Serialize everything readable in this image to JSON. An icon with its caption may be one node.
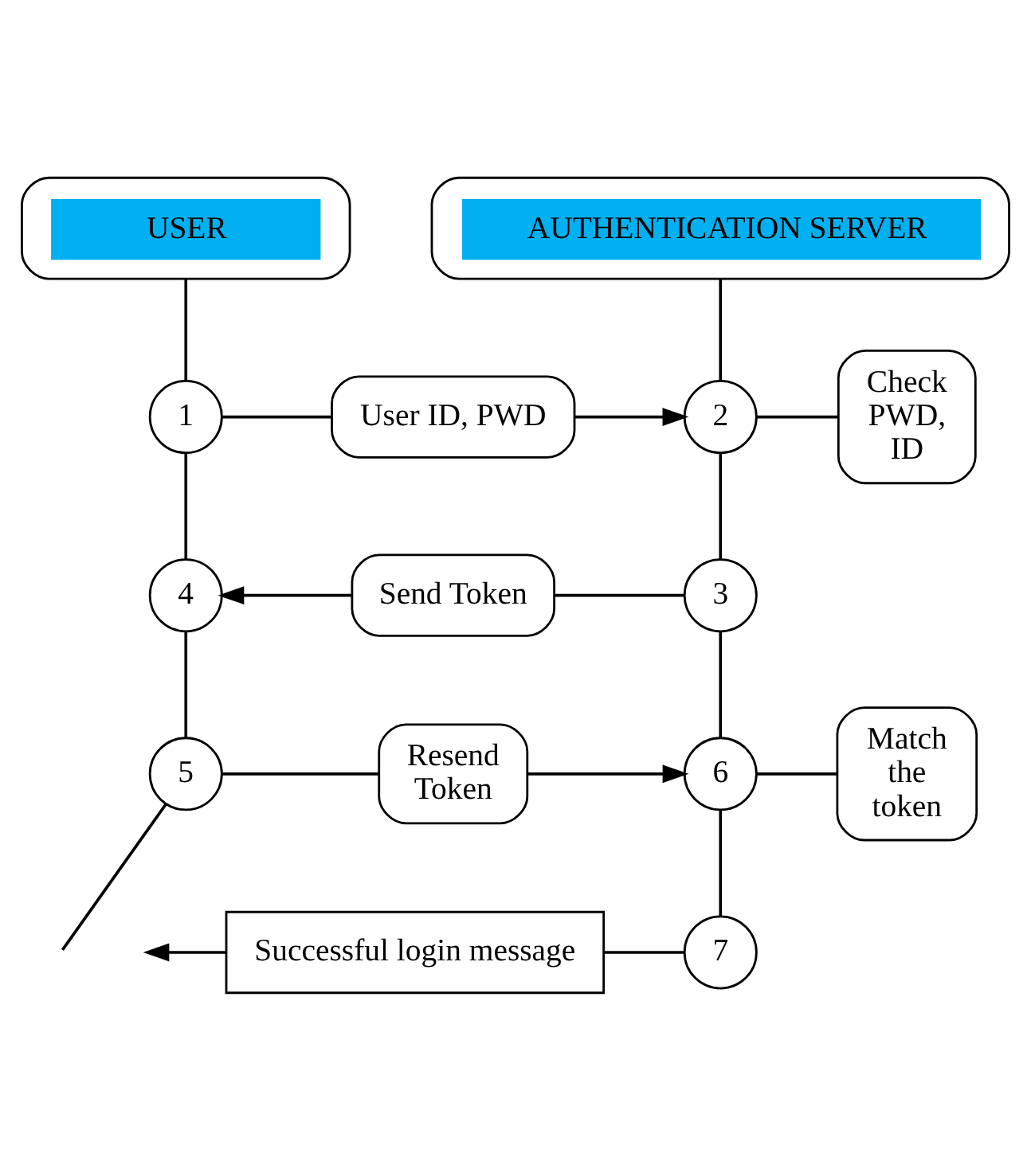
{
  "diagram": {
    "nodes": [
      {
        "text": [
          "USER"
        ]
      },
      {
        "text": [
          "AUTHENTICATION SERVER"
        ]
      },
      {
        "text": [
          "1"
        ]
      },
      {
        "text": [
          "User ID, PWD"
        ]
      },
      {
        "text": [
          "2"
        ]
      },
      {
        "text": [
          "Check PWD, ID"
        ]
      },
      {
        "text": [
          "4"
        ]
      },
      {
        "text": [
          "Send Token"
        ]
      },
      {
        "text": [
          "3"
        ]
      },
      {
        "text": [
          "5"
        ]
      },
      {
        "text": [
          "Resend Token"
        ]
      },
      {
        "text": [
          "6"
        ]
      },
      {
        "text": [
          "Match the token"
        ]
      },
      {
        "text": [
          "Successful login message"
        ]
      },
      {
        "text": [
          "7"
        ]
      }
    ],
    "edges": [
      {
        "from": 0,
        "to": 2,
        "arrow": "none"
      },
      {
        "from": 2,
        "to": 6,
        "arrow": "none"
      },
      {
        "from": 6,
        "to": 9,
        "arrow": "none"
      },
      {
        "from": 9,
        "to": null,
        "arrow": "none"
      },
      {
        "from": 1,
        "to": 4,
        "arrow": "none"
      },
      {
        "from": 4,
        "to": 8,
        "arrow": "none"
      },
      {
        "from": 8,
        "to": 11,
        "arrow": "none"
      },
      {
        "from": 11,
        "to": 14,
        "arrow": "none"
      },
      {
        "from": 2,
        "to": 3,
        "arrow": "none"
      },
      {
        "from": 3,
        "to": 4,
        "arrow": "to"
      },
      {
        "from": 4,
        "to": 5,
        "arrow": "none"
      },
      {
        "from": 8,
        "to": 7,
        "arrow": "none"
      },
      {
        "from": 7,
        "to": 6,
        "arrow": "to"
      },
      {
        "from": 9,
        "to": 10,
        "arrow": "none"
      },
      {
        "from": 10,
        "to": 11,
        "arrow": "to"
      },
      {
        "from": 11,
        "to": 12,
        "arrow": "none"
      },
      {
        "from": 14,
        "to": 13,
        "arrow": "none"
      },
      {
        "from": 13,
        "to": null,
        "arrow": "to"
      }
    ]
  }
}
